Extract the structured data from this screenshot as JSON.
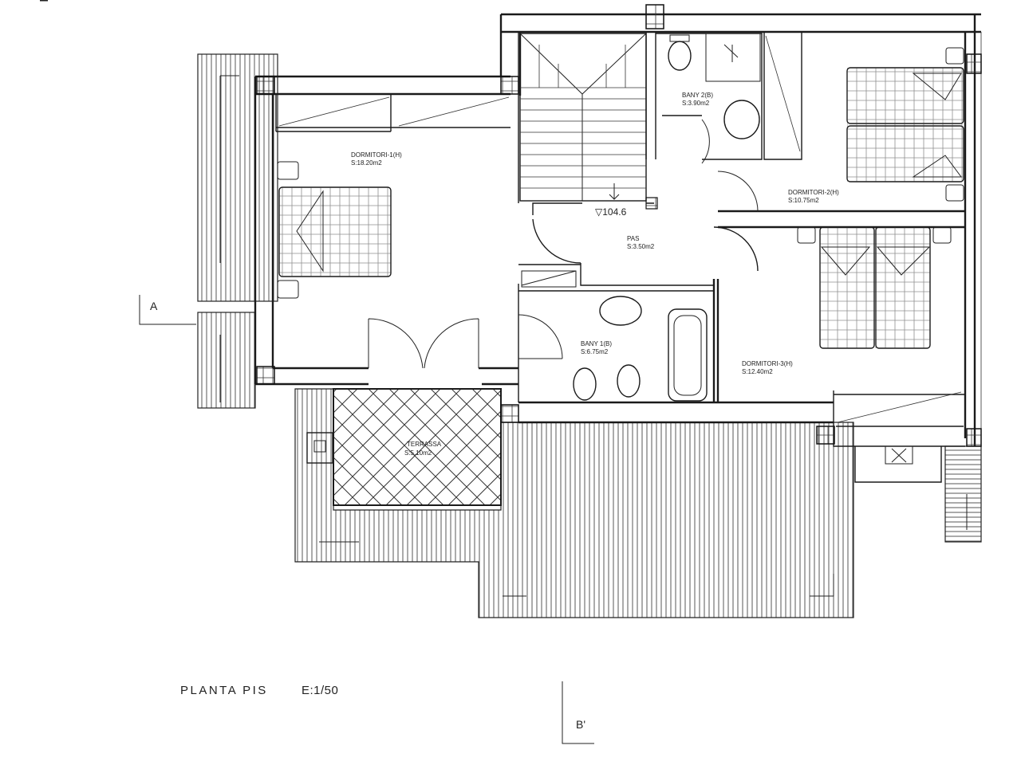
{
  "drawing": {
    "title": "PLANTA PIS",
    "scale": "E:1/50",
    "section_a": "A",
    "section_b": "B'",
    "level_mark": "▽104.6"
  },
  "rooms": [
    {
      "key": "dormitori1",
      "name": "DORMITORI-1(H)",
      "area": "S:18.20m2"
    },
    {
      "key": "bany2",
      "name": "BANY 2(B)",
      "area": "S:3.90m2"
    },
    {
      "key": "dormitori2",
      "name": "DORMITORI-2(H)",
      "area": "S:10.75m2"
    },
    {
      "key": "pas",
      "name": "PAS",
      "area": "S:3.50m2"
    },
    {
      "key": "bany1",
      "name": "BANY 1(B)",
      "area": "S:6.75m2"
    },
    {
      "key": "dormitori3",
      "name": "DORMITORI-3(H)",
      "area": "S:12.40m2"
    },
    {
      "key": "terrassa",
      "name": "TERRASSA",
      "area": "S:5.10m2"
    }
  ]
}
